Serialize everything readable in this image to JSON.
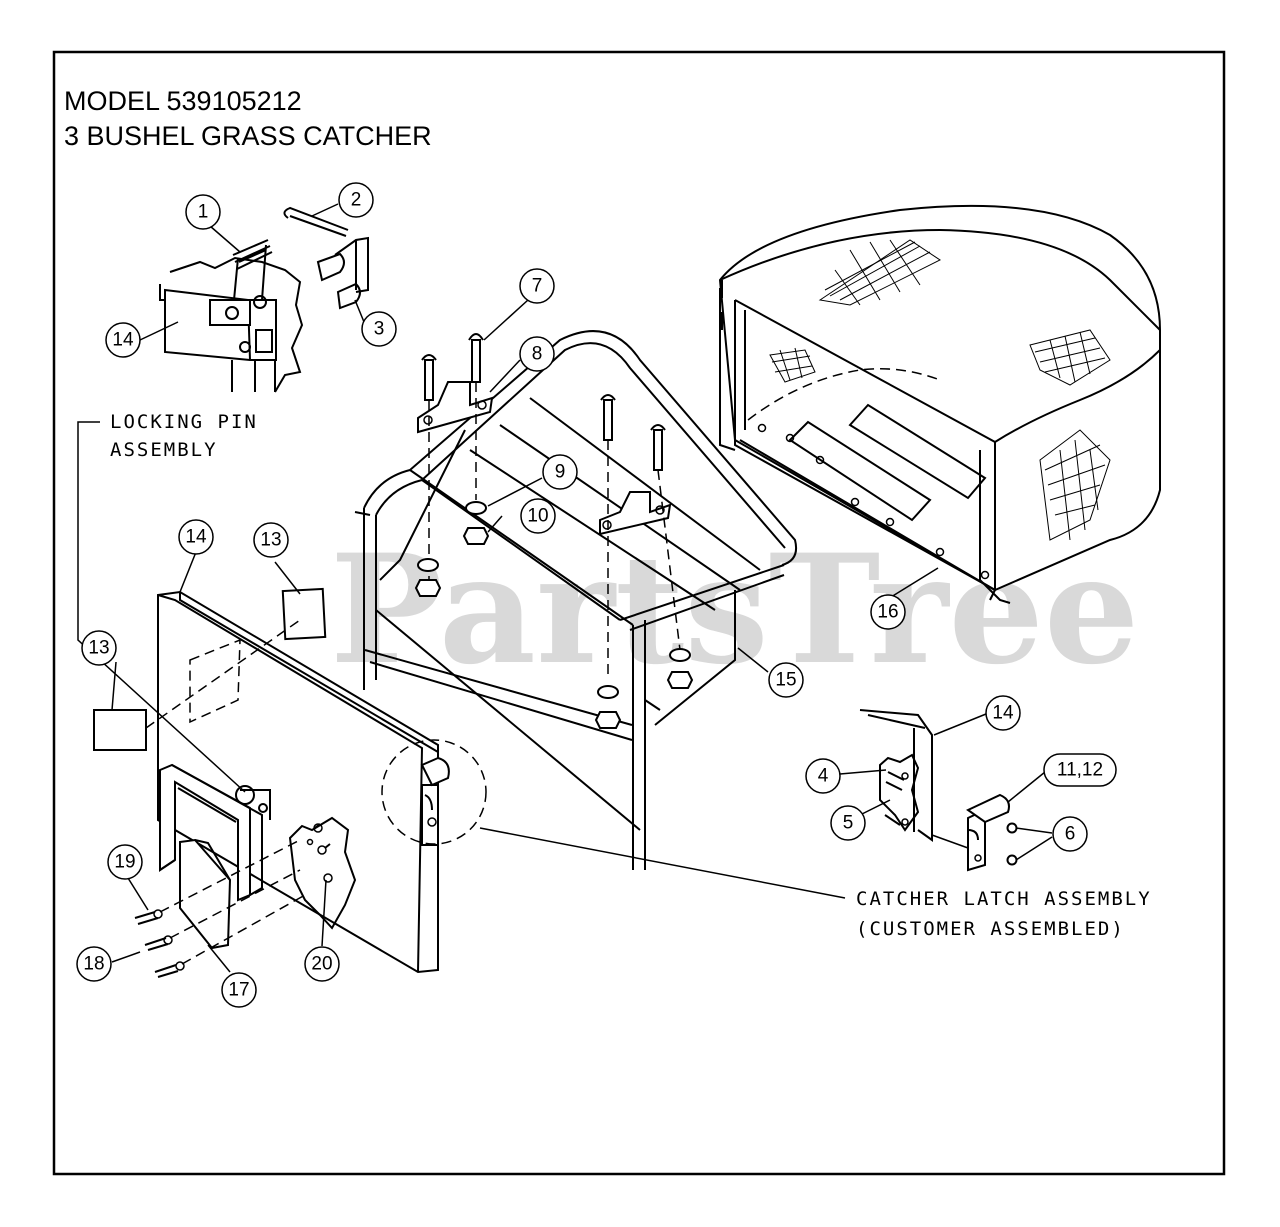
{
  "title": {
    "line1": "MODEL  539105212",
    "line2": "3 BUSHEL GRASS CATCHER"
  },
  "watermark": "PartsTree",
  "notes": {
    "locking_pin_1": "LOCKING PIN",
    "locking_pin_2": "ASSEMBLY",
    "catcher_latch_1": "CATCHER LATCH ASSEMBLY",
    "catcher_latch_2": "(CUSTOMER ASSEMBLED)"
  },
  "callouts": [
    "1",
    "2",
    "3",
    "14",
    "7",
    "8",
    "9",
    "10",
    "14",
    "13",
    "13",
    "15",
    "16",
    "14",
    "4",
    "5",
    "11,12",
    "6",
    "19",
    "18",
    "17",
    "20"
  ]
}
